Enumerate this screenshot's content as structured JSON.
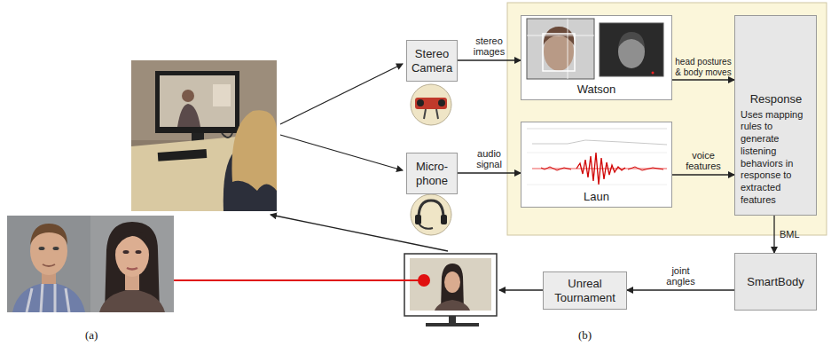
{
  "diagram": {
    "nodes": [
      {
        "text": [
          "Stereo Camera"
        ]
      },
      {
        "text": [
          "Watson"
        ]
      },
      {
        "text": [
          "Response",
          "Uses mapping rules to generate listening behaviors in response to extracted features"
        ]
      },
      {
        "text": [
          "Micro- phone"
        ]
      },
      {
        "text": [
          "Laun"
        ]
      },
      {
        "text": [
          "SmartBody"
        ]
      },
      {
        "text": [
          "Unreal Tournament"
        ]
      }
    ],
    "edges": [
      {
        "from": 0,
        "to": 1,
        "label": "stereo images",
        "arrow": "to"
      },
      {
        "from": 1,
        "to": 2,
        "label": "head postures & body moves",
        "arrow": "to"
      },
      {
        "from": 3,
        "to": 4,
        "label": "audio signal",
        "arrow": "to"
      },
      {
        "from": 4,
        "to": 2,
        "label": "voice features",
        "arrow": "to"
      },
      {
        "from": 2,
        "to": 5,
        "label": "BML",
        "arrow": "to"
      },
      {
        "from": 5,
        "to": 6,
        "label": "joint angles",
        "arrow": "to"
      }
    ],
    "labels": [
      "(a)",
      "(b)"
    ]
  }
}
